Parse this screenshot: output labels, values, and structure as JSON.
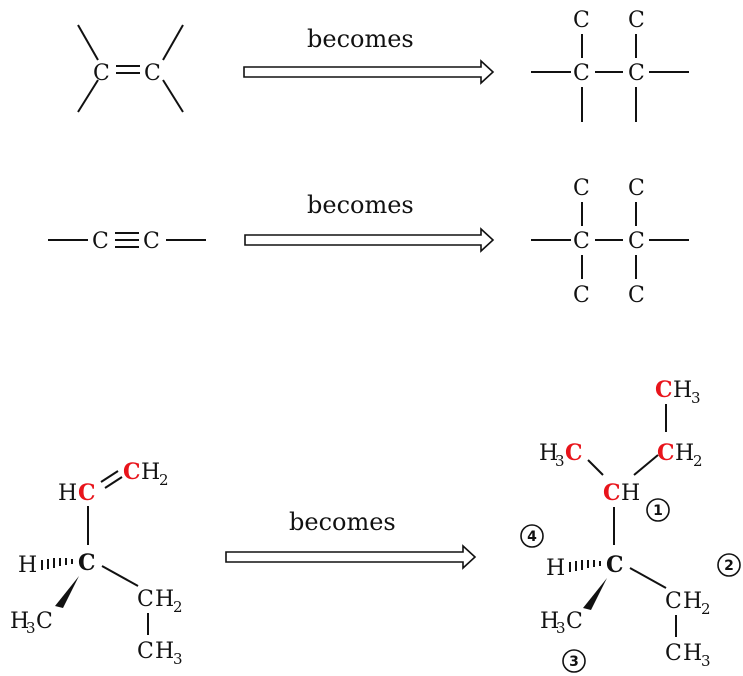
{
  "colors": {
    "highlight": "#e8141b",
    "ink": "#111111"
  },
  "labels": {
    "transform": "becomes"
  },
  "atoms": {
    "C": "C",
    "H": "H",
    "sub2": "2",
    "sub3": "3"
  },
  "priorities": {
    "p1": "1",
    "p2": "2",
    "p3": "3",
    "p4": "4"
  }
}
